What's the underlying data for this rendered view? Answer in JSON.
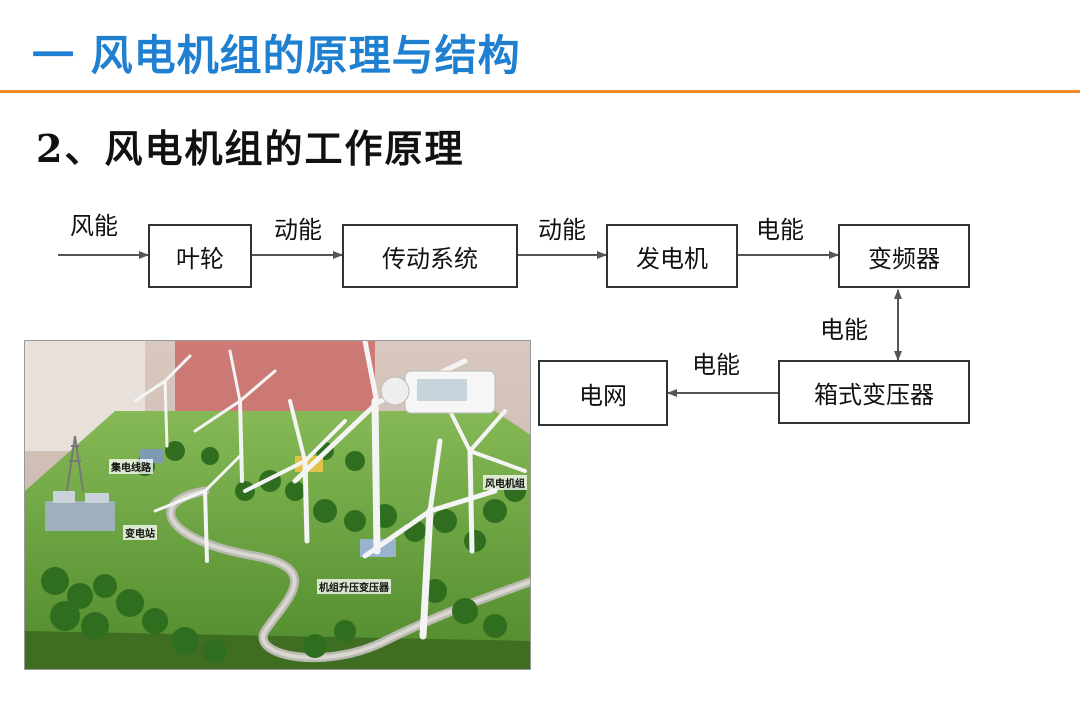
{
  "slide": {
    "title": "一 风电机组的原理与结构",
    "subtitle": "2、风电机组的工作原理"
  },
  "diagram": {
    "boxes": {
      "rotor": "叶轮",
      "drivetrain": "传动系统",
      "generator": "发电机",
      "converter": "变频器",
      "box_transformer": "箱式变压器",
      "grid": "电网"
    },
    "energy_labels": {
      "input": "风能",
      "rotor_to_drivetrain": "动能",
      "drivetrain_to_generator": "动能",
      "generator_to_converter": "电能",
      "converter_to_transformer": "电能",
      "transformer_to_grid": "电能"
    }
  },
  "photo": {
    "labels": {
      "collector_line": "集电线路",
      "substation": "变电站",
      "turbine": "风电机组",
      "step_up_transformer": "机组升压变压器"
    }
  },
  "colors": {
    "title": "#1f7fd0",
    "rule": "#f08a2a"
  }
}
